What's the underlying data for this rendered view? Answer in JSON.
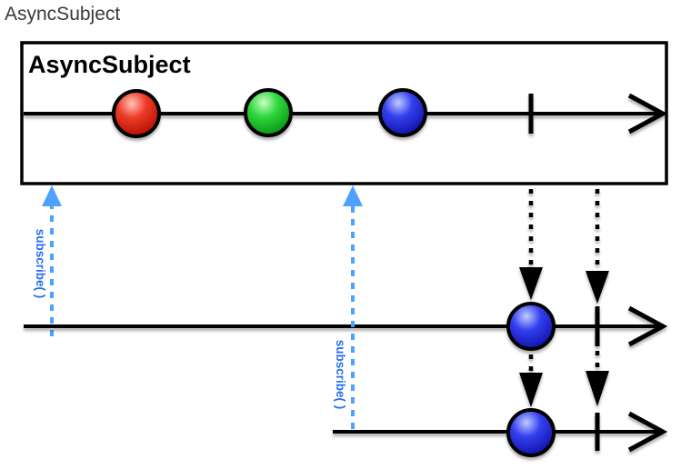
{
  "page": {
    "title": "AsyncSubject"
  },
  "diagram": {
    "type": "rx-marble-diagram",
    "operator": "AsyncSubject",
    "box_title": "AsyncSubject",
    "source": {
      "marbles": [
        {
          "name": "marble-red",
          "color_name": "red"
        },
        {
          "name": "marble-green",
          "color_name": "green"
        },
        {
          "name": "marble-blue",
          "color_name": "blue"
        }
      ],
      "completes": true
    },
    "subscribers": [
      {
        "subscribe_label": "subscribe( )",
        "received_marbles": [
          {
            "color_name": "blue"
          }
        ],
        "completes": true
      },
      {
        "subscribe_label": "subscribe( )",
        "received_marbles": [
          {
            "color_name": "blue"
          }
        ],
        "completes": true
      }
    ],
    "colors": {
      "red_hi": "#ffc4b8",
      "red": "#ee3b28",
      "red_lo": "#b01000",
      "green_hi": "#c9ffc4",
      "green": "#2fd83f",
      "green_lo": "#089010",
      "blue_hi": "#c0cbff",
      "blue": "#3340ee",
      "blue_lo": "#1010a8",
      "subscribe_dash": "#4da2ff",
      "subscribe_text": "#2b6ff0",
      "line": "#000000"
    }
  }
}
